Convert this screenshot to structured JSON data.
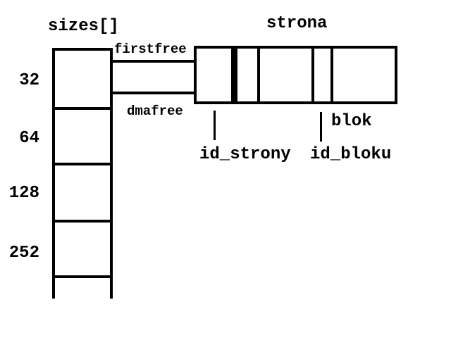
{
  "diagram": {
    "sizes_array": {
      "title": "sizes[]",
      "rows": [
        "32",
        "64",
        "128",
        "252"
      ]
    },
    "pointers": {
      "firstfree_label": "firstfree",
      "dmafree_label": "dmafree"
    },
    "page_struct": {
      "title": "strona",
      "annotations": {
        "blok": "blok",
        "id_strony": "id_strony",
        "id_bloku": "id_bloku"
      }
    },
    "colors": {
      "background": "#ffffff",
      "line": "#000000",
      "text": "#000000"
    }
  }
}
